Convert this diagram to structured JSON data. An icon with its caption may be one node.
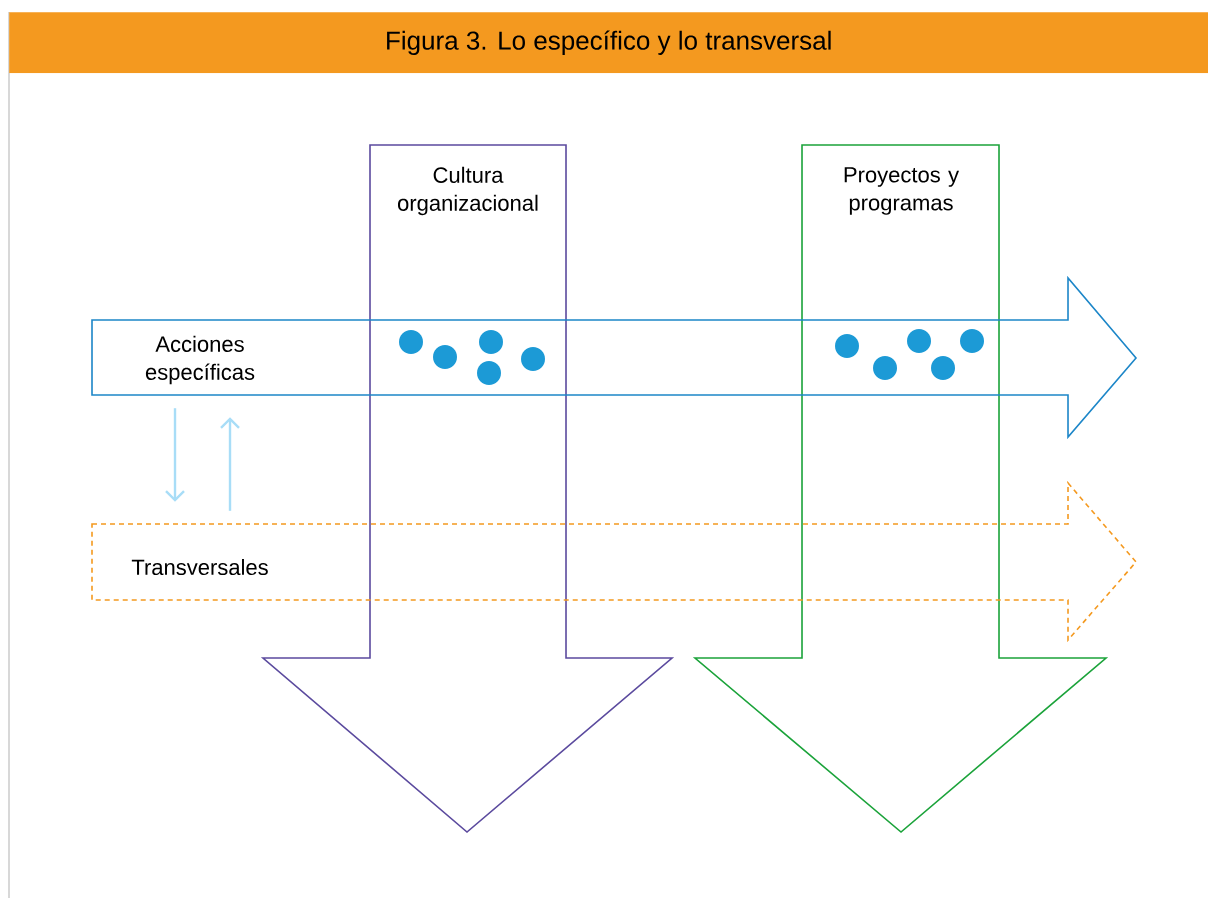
{
  "diagram": {
    "title": "Figura 3. Lo específico y lo transversal",
    "nodes": [
      {
        "text": [
          "Cultura organizacional"
        ]
      },
      {
        "text": [
          "Proyectos y programas"
        ]
      },
      {
        "text": [
          "Acciones específicas"
        ]
      },
      {
        "text": [
          "Transversales"
        ]
      }
    ],
    "edges": [
      {
        "from": 2,
        "to": 3,
        "arrow": "to"
      },
      {
        "from": 3,
        "to": 2,
        "arrow": "to"
      }
    ]
  }
}
